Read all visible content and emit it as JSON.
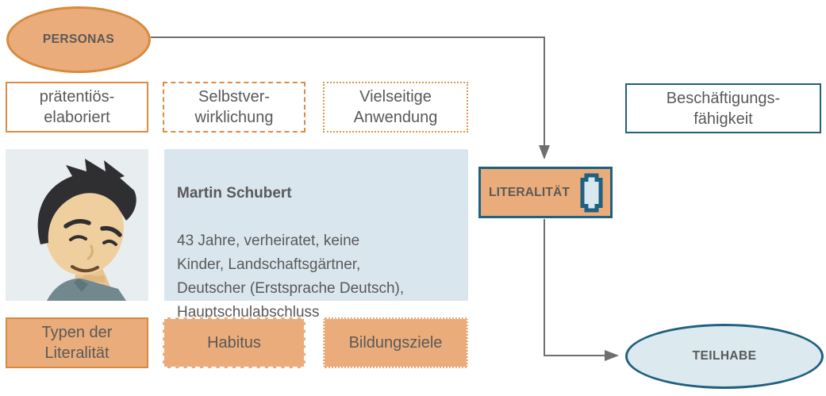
{
  "colors": {
    "orange_fill": "#EAAC7A",
    "orange_border": "#DD8C43",
    "teal_border": "#1F6180",
    "light_blue_fill": "#DAE6EE",
    "avatar_background": "#E8EDEF",
    "text_gray": "#595959",
    "connector_gray": "#6F6F6F"
  },
  "personas_node": {
    "label": "PERSONAS"
  },
  "teilhabe_node": {
    "label": "TEILHABE"
  },
  "literalitaet_node": {
    "label": "LITERALITÄT",
    "icon": "column-icon"
  },
  "beschaeftigung_box": {
    "label": "Beschäftigungs-\nfähigkeit"
  },
  "trait_boxes": [
    {
      "label": "prätentiös-\nelaboriert",
      "border_style": "solid"
    },
    {
      "label": "Selbstver-\nwirklichung",
      "border_style": "dashed"
    },
    {
      "label": "Vielseitige\nAnwendung",
      "border_style": "dotted"
    }
  ],
  "category_boxes": [
    {
      "label": "Typen der\nLiteralität",
      "border_style": "solid"
    },
    {
      "label": "Habitus",
      "border_style": "dashed"
    },
    {
      "label": "Bildungsziele",
      "border_style": "dotted"
    }
  ],
  "persona_card": {
    "name": "Martin Schubert",
    "details": "43 Jahre, verheiratet, keine\nKinder, Landschaftsgärtner,\nDeutscher (Erstsprache Deutsch),\nHauptschulabschluss",
    "avatar": "man-avatar"
  }
}
